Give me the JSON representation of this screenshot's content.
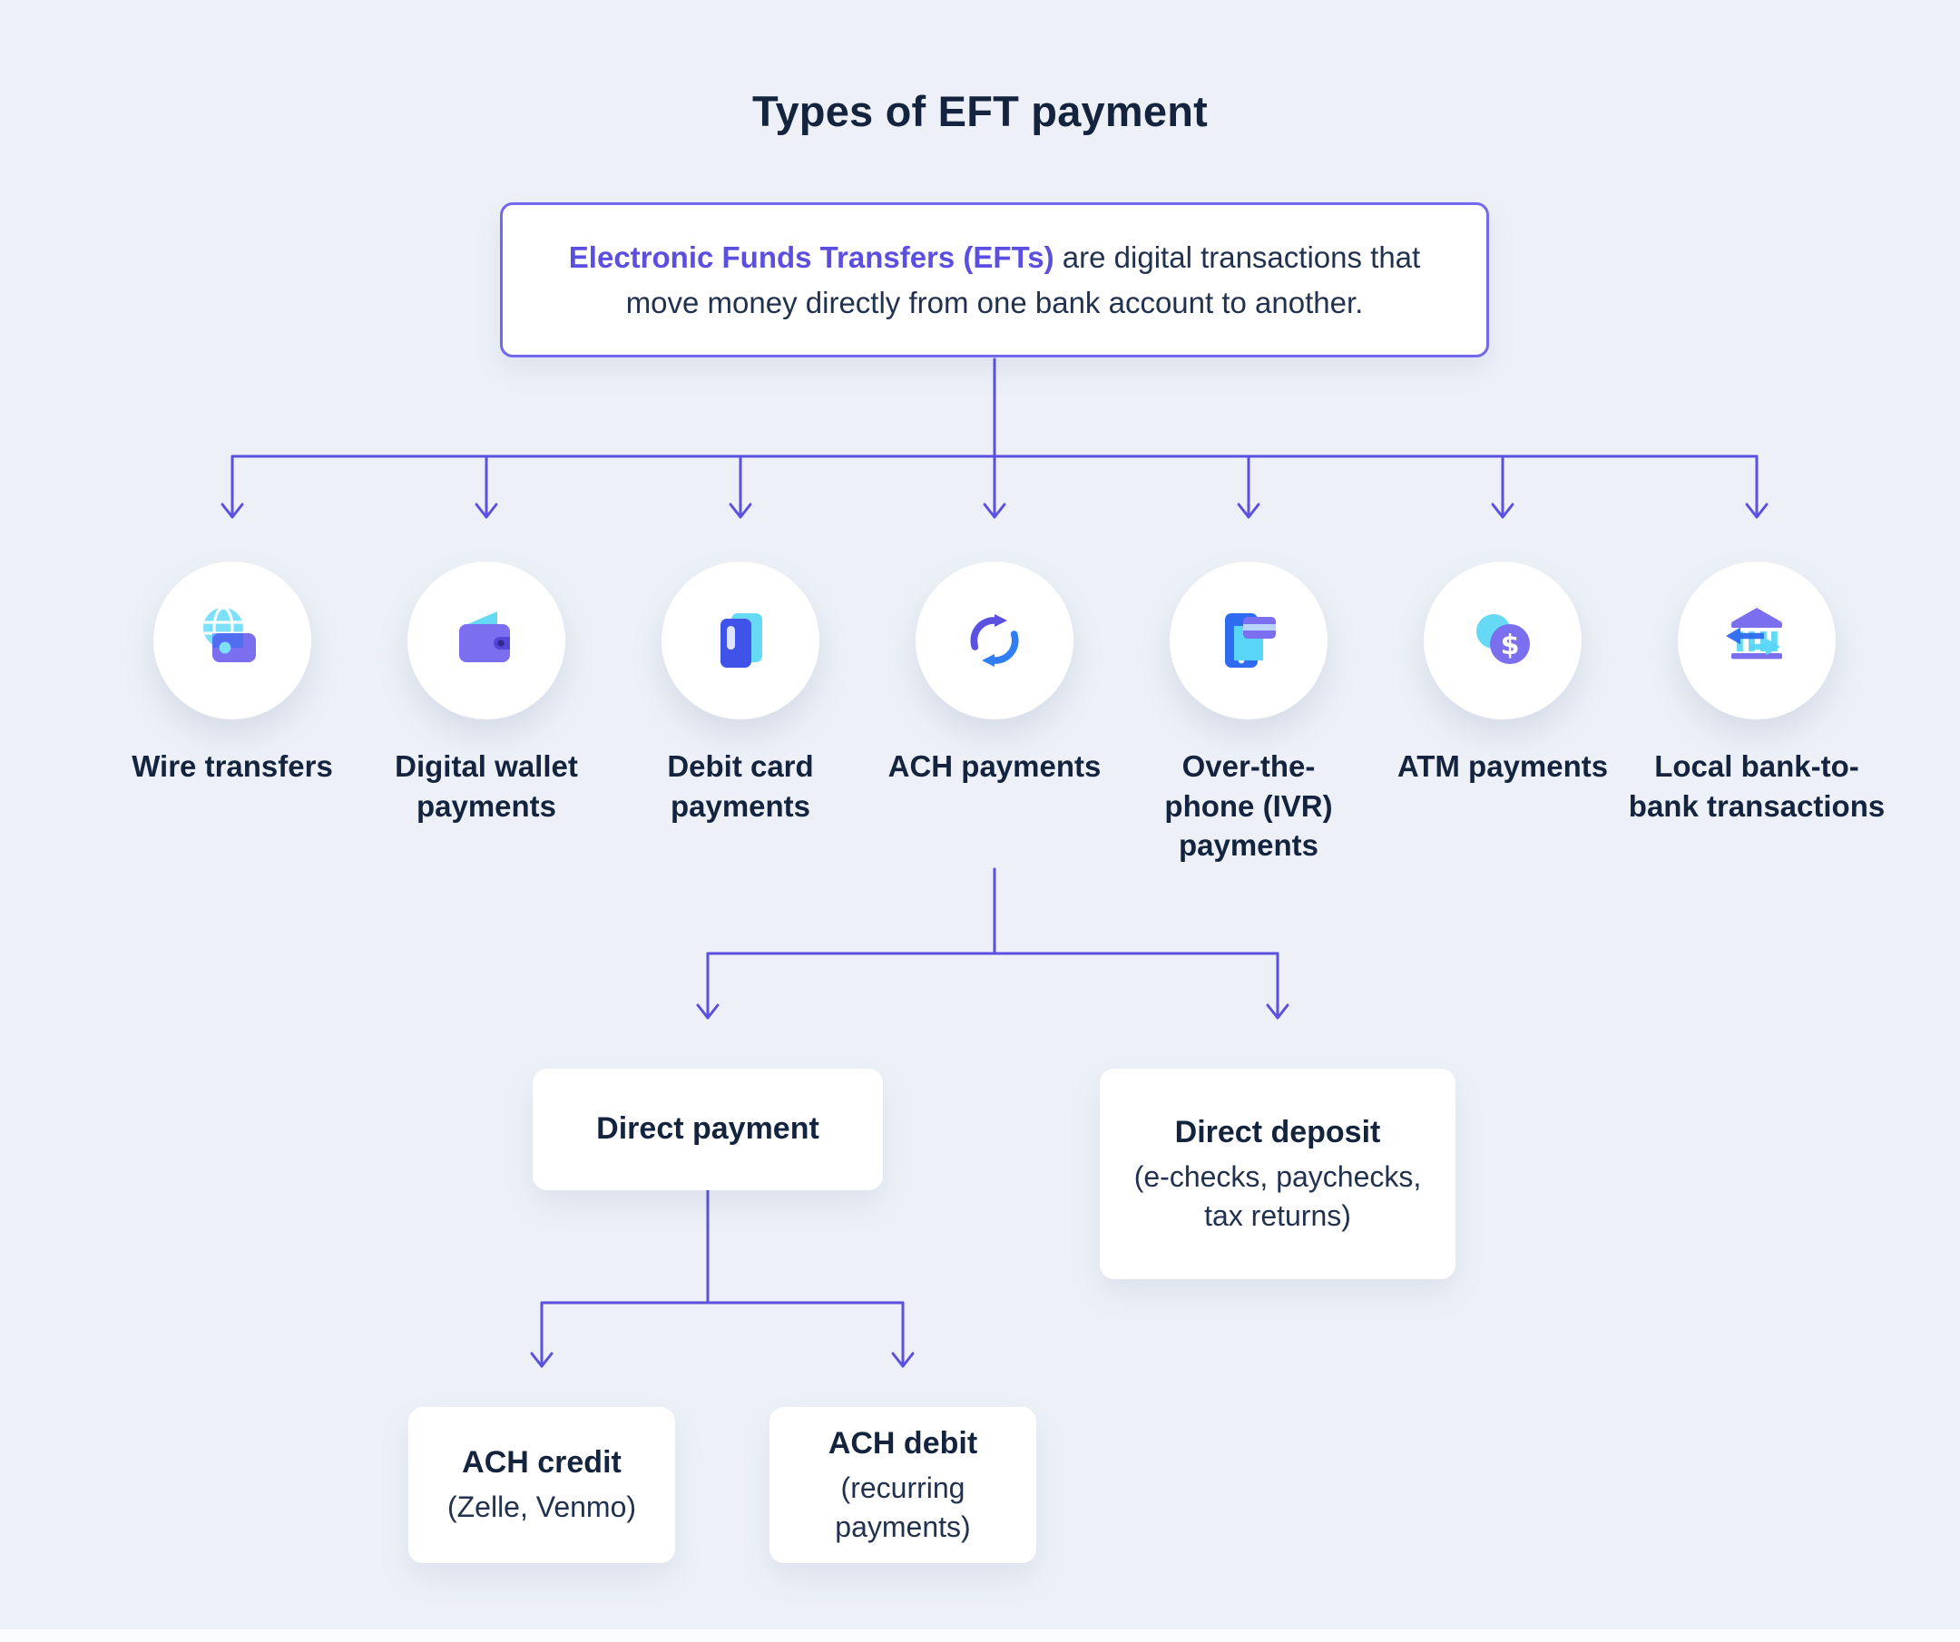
{
  "title": "Types of EFT payment",
  "definition": {
    "highlight": "Electronic Funds Transfers (EFTs)",
    "text": " are digital transactions that move money directly from one bank account to another."
  },
  "types": [
    {
      "label": "Wire transfers",
      "icon": "globe-card-icon"
    },
    {
      "label": "Digital wallet payments",
      "icon": "wallet-icon"
    },
    {
      "label": "Debit card payments",
      "icon": "debit-card-icon"
    },
    {
      "label": "ACH payments",
      "icon": "circular-arrows-icon"
    },
    {
      "label": "Over-the-phone (IVR) payments",
      "icon": "phone-card-icon"
    },
    {
      "label": "ATM payments",
      "icon": "coins-dollar-icon"
    },
    {
      "label": "Local bank-to-bank transactions",
      "icon": "bank-transfer-icon"
    }
  ],
  "ach_branch": {
    "direct_payment": {
      "title": "Direct payment"
    },
    "direct_deposit": {
      "title": "Direct deposit",
      "subtitle": "(e-checks, paychecks, tax returns)"
    }
  },
  "direct_payment_branch": {
    "ach_credit": {
      "title": "ACH credit",
      "subtitle": "(Zelle, Venmo)"
    },
    "ach_debit": {
      "title": "ACH debit",
      "subtitle": "(recurring payments)"
    }
  },
  "icons": {
    "dollar_symbol": "$"
  },
  "colors": {
    "background": "#edf1f7",
    "heading": "#14243e",
    "accent_purple": "#5b4ee1",
    "connector": "#5b50e0",
    "icon_cyan": "#66d9f5",
    "icon_purple": "#7b6ff0",
    "icon_blue": "#2f6bf0",
    "card_background": "#ffffff"
  }
}
